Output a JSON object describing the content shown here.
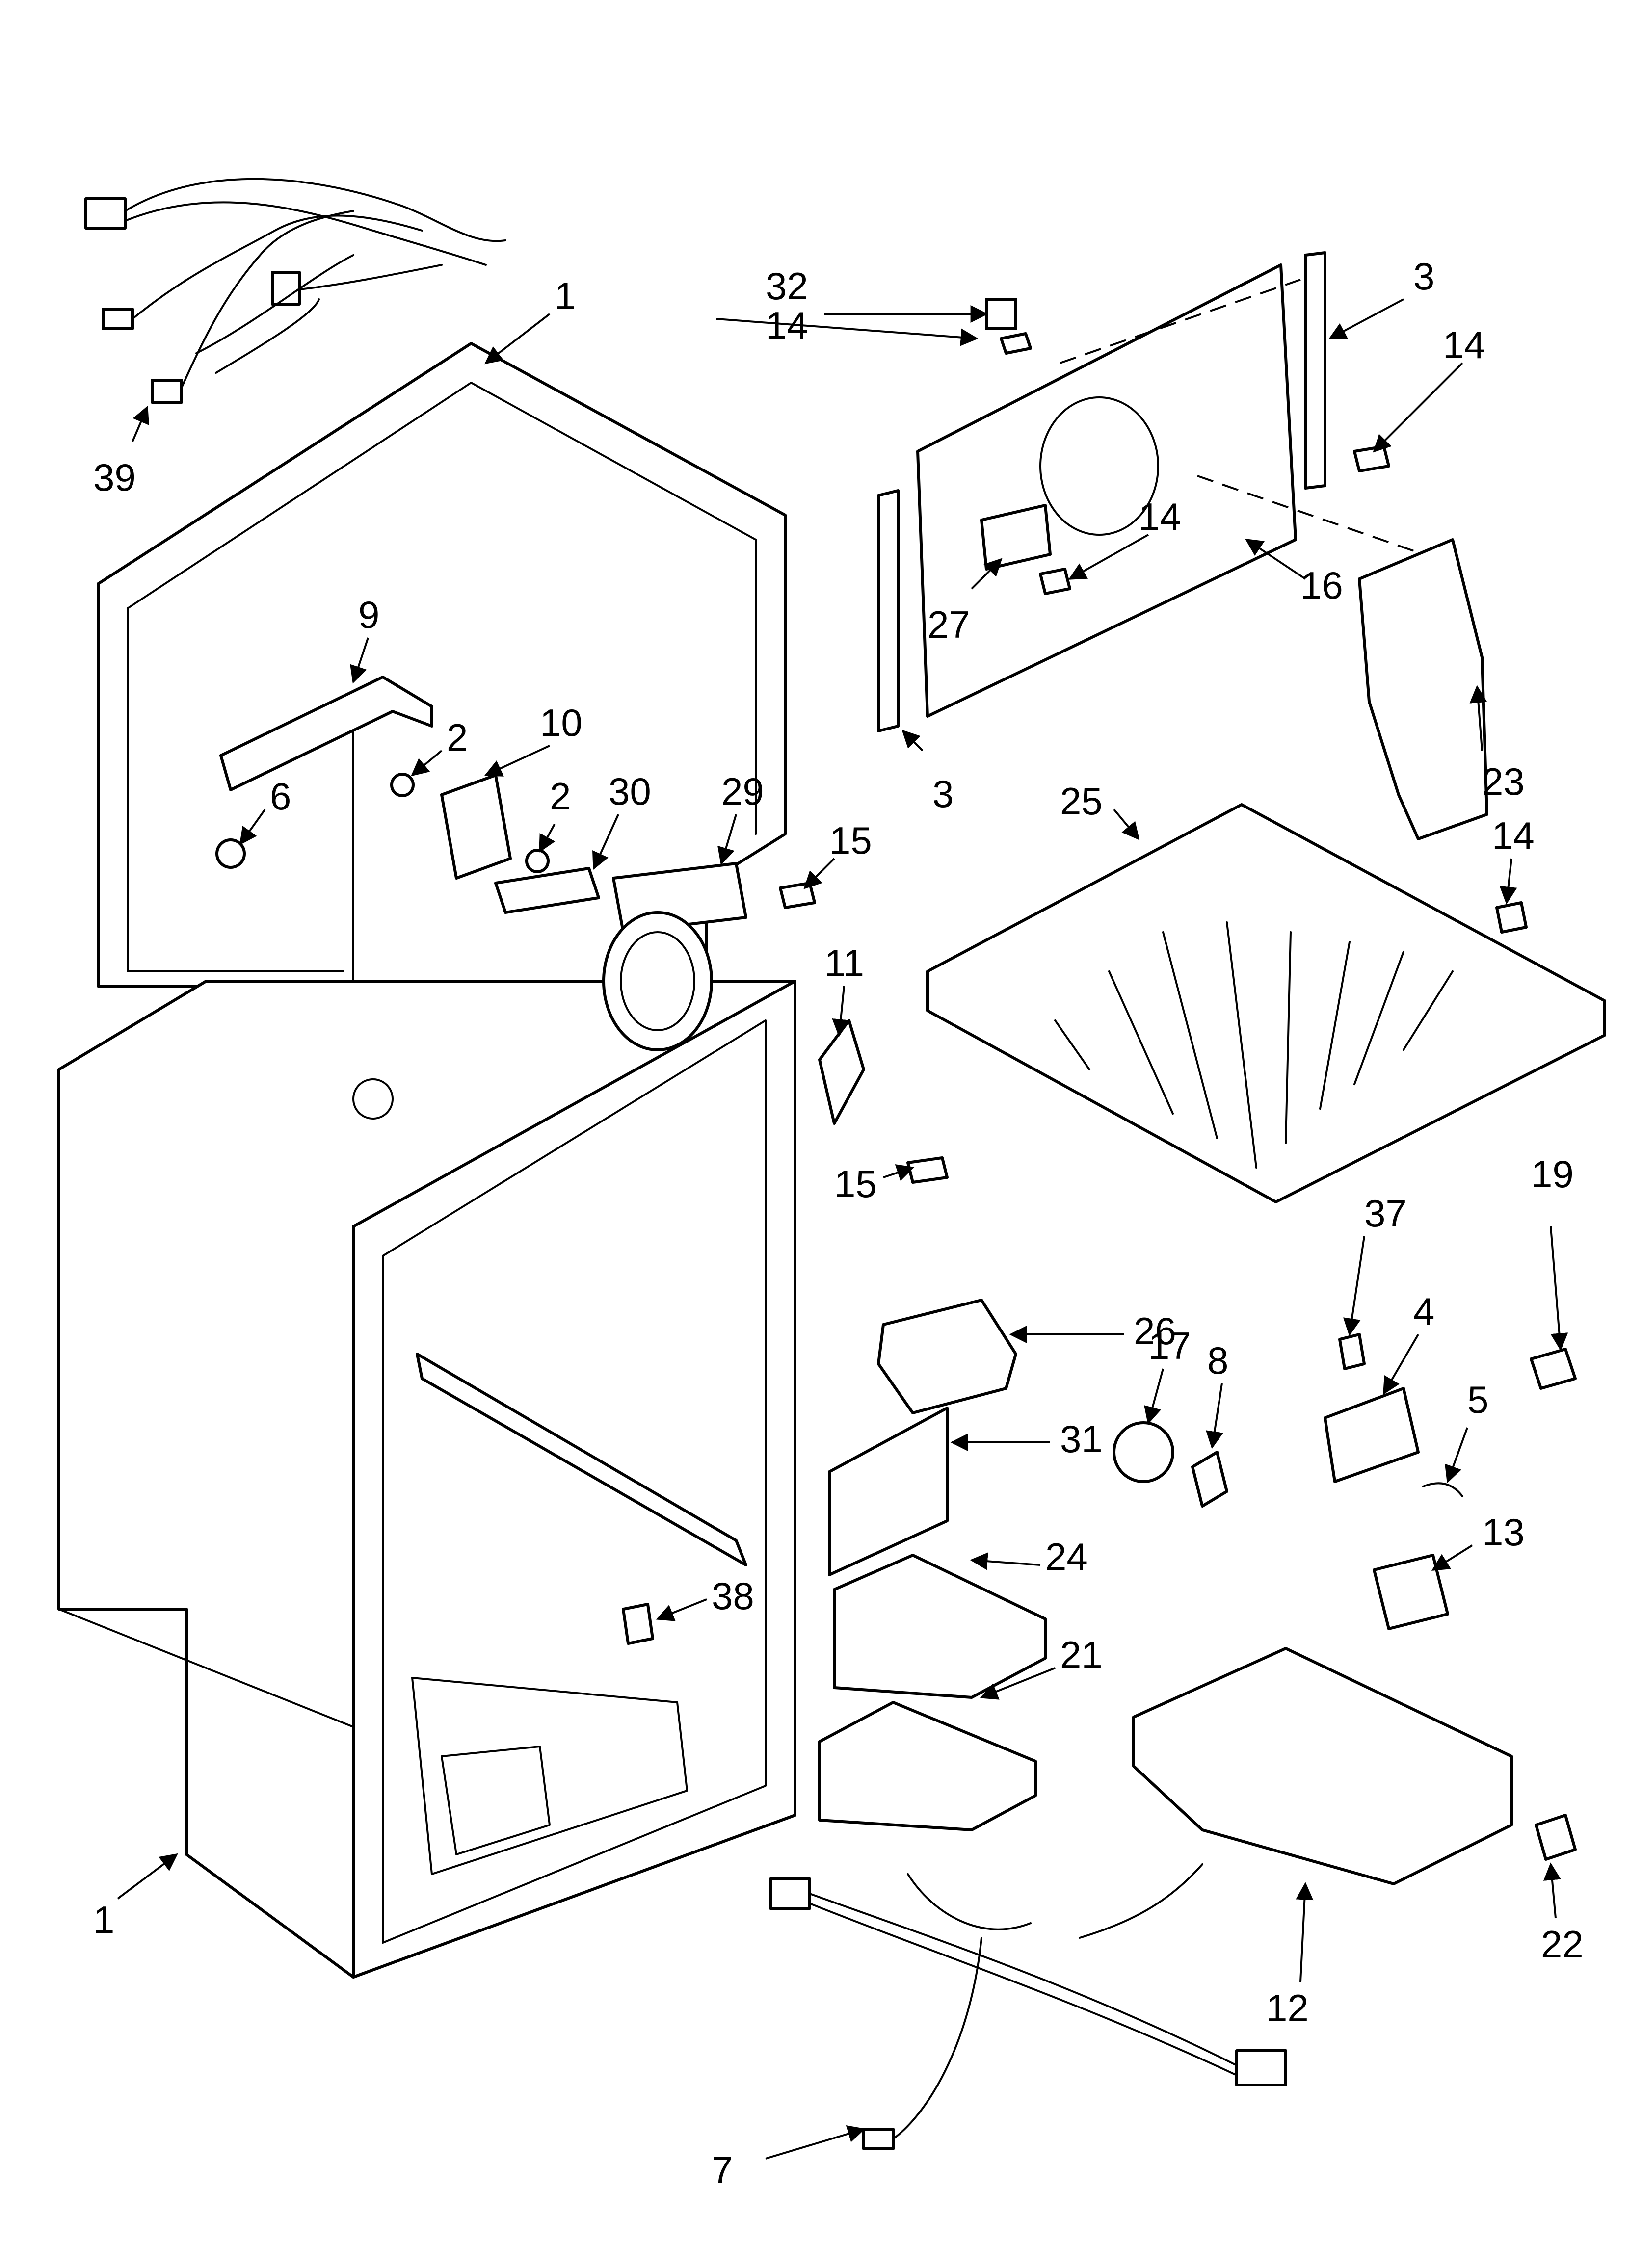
{
  "callouts": [
    {
      "label": "1"
    },
    {
      "label": "1"
    },
    {
      "label": "2"
    },
    {
      "label": "2"
    },
    {
      "label": "3"
    },
    {
      "label": "3"
    },
    {
      "label": "4"
    },
    {
      "label": "5"
    },
    {
      "label": "6"
    },
    {
      "label": "7"
    },
    {
      "label": "8"
    },
    {
      "label": "9"
    },
    {
      "label": "10"
    },
    {
      "label": "11"
    },
    {
      "label": "12"
    },
    {
      "label": "13"
    },
    {
      "label": "14"
    },
    {
      "label": "14"
    },
    {
      "label": "14"
    },
    {
      "label": "14"
    },
    {
      "label": "15"
    },
    {
      "label": "15"
    },
    {
      "label": "16"
    },
    {
      "label": "17"
    },
    {
      "label": "19"
    },
    {
      "label": "21"
    },
    {
      "label": "22"
    },
    {
      "label": "23"
    },
    {
      "label": "24"
    },
    {
      "label": "25"
    },
    {
      "label": "26"
    },
    {
      "label": "27"
    },
    {
      "label": "29"
    },
    {
      "label": "30"
    },
    {
      "label": "31"
    },
    {
      "label": "32"
    },
    {
      "label": "37"
    },
    {
      "label": "38"
    },
    {
      "label": "39"
    }
  ],
  "colors": {
    "line": "#000000",
    "background": "#ffffff"
  }
}
